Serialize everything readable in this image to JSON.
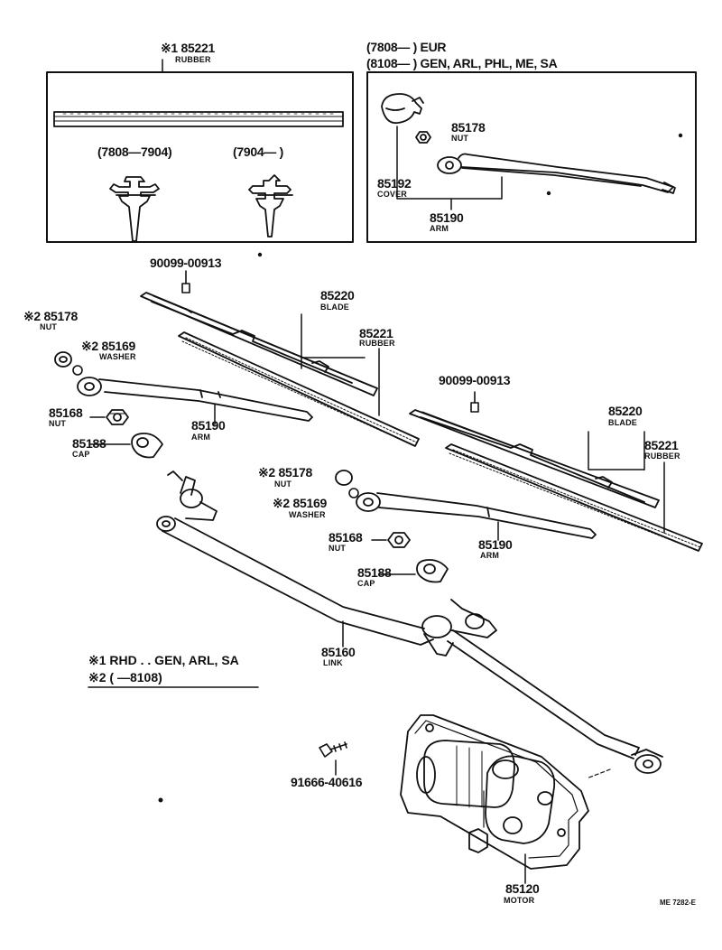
{
  "colors": {
    "ink": "#111111",
    "paper": "#ffffff"
  },
  "box_left": {
    "pn": "※1 85221",
    "name": "RUBBER",
    "range_a": "(7808—7904)",
    "range_b": "(7904—       )"
  },
  "box_right": {
    "line1": "(7808—          ) EUR",
    "line2": "(8108—          ) GEN, ARL, PHL, ME, SA",
    "nut_pn": "85178",
    "nut_nm": "NUT",
    "cover_pn": "85192",
    "cover_nm": "COVER",
    "arm_pn": "85190",
    "arm_nm": "ARM"
  },
  "labels": {
    "bolt1": "90099-00913",
    "blade1_pn": "85220",
    "blade1_nm": "BLADE",
    "rubber1_pn": "85221",
    "rubber1_nm": "RUBBER",
    "nut1_pn": "※2 85178",
    "nut1_nm": "NUT",
    "washer1_pn": "※2 85169",
    "washer1_nm": "WASHER",
    "nut2_pn": "85168",
    "nut2_nm": "NUT",
    "arm1_pn": "85190",
    "arm1_nm": "ARM",
    "cap1_pn": "85188",
    "cap1_nm": "CAP",
    "bolt2": "90099-00913",
    "blade2_pn": "85220",
    "blade2_nm": "BLADE",
    "rubber2_pn": "85221",
    "rubber2_nm": "RUBBER",
    "nut3_pn": "※2 85178",
    "nut3_nm": "NUT",
    "washer2_pn": "※2 85169",
    "washer2_nm": "WASHER",
    "nut4_pn": "85168",
    "nut4_nm": "NUT",
    "arm2_pn": "85190",
    "arm2_nm": "ARM",
    "cap2_pn": "85188",
    "cap2_nm": "CAP",
    "link_pn": "85160",
    "link_nm": "LINK",
    "bolt3": "91666-40616",
    "motor_pn": "85120",
    "motor_nm": "MOTOR"
  },
  "notes": {
    "note1": "※1 RHD . . GEN, ARL, SA",
    "note2": "※2 (          —8108)"
  },
  "footer": {
    "code": "ME 7282-E"
  }
}
